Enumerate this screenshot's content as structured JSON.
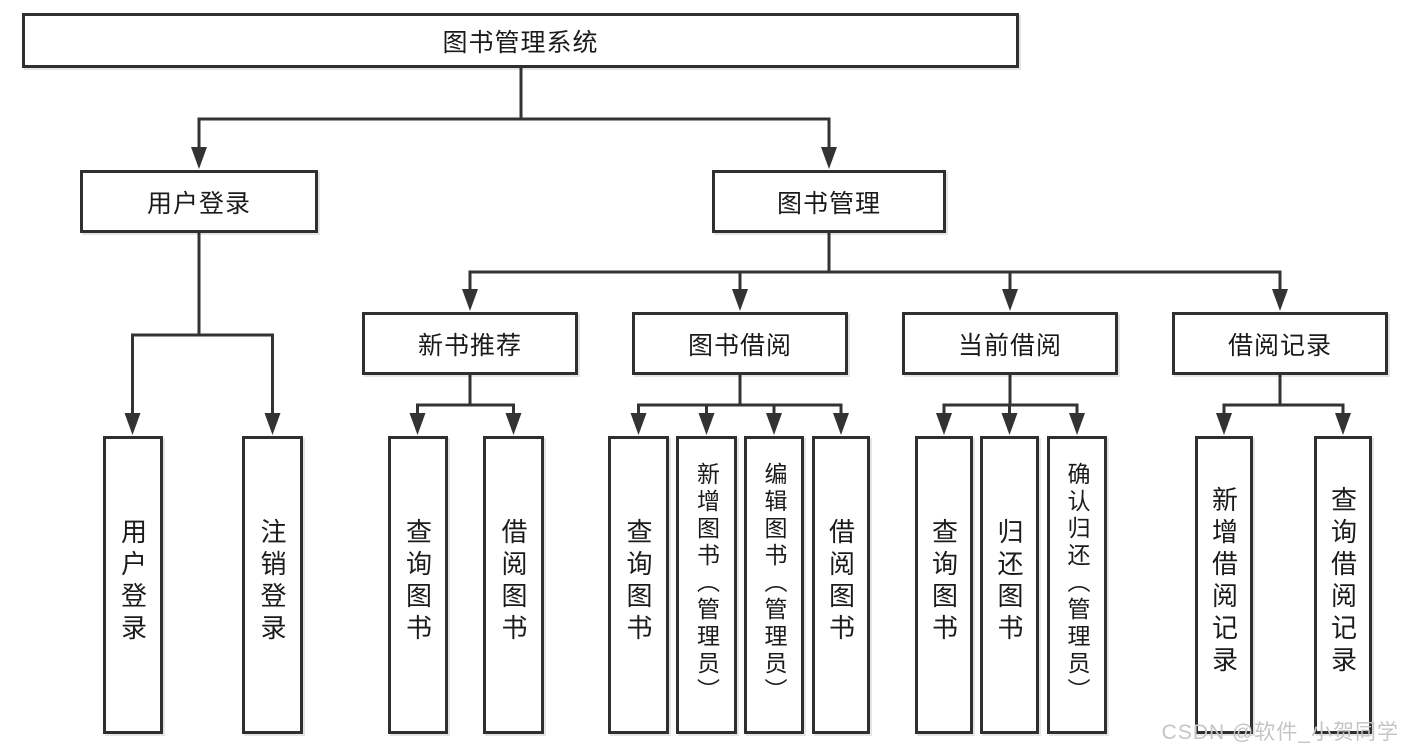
{
  "watermark": {
    "text": "CSDN @软件_小贺同学",
    "color": "#c5c5c5"
  },
  "colors": {
    "line": "#333333",
    "box_border": "#2f2f2f",
    "text": "#1b1b1b",
    "background": "#ffffff"
  },
  "diagram": {
    "root": {
      "label": "图书管理系统"
    },
    "level2": [
      {
        "label": "用户登录"
      },
      {
        "label": "图书管理"
      }
    ],
    "level3": [
      {
        "label": "新书推荐",
        "parent": "图书管理"
      },
      {
        "label": "图书借阅",
        "parent": "图书管理"
      },
      {
        "label": "当前借阅",
        "parent": "图书管理"
      },
      {
        "label": "借阅记录",
        "parent": "图书管理"
      }
    ],
    "leaves": [
      {
        "label": "用户登录",
        "parent": "用户登录"
      },
      {
        "label": "注销登录",
        "parent": "用户登录"
      },
      {
        "label": "查询图书",
        "parent": "新书推荐"
      },
      {
        "label": "借阅图书",
        "parent": "新书推荐"
      },
      {
        "label": "查询图书",
        "parent": "图书借阅"
      },
      {
        "label": "新增图书（管理员）",
        "parent": "图书借阅"
      },
      {
        "label": "编辑图书（管理员）",
        "parent": "图书借阅"
      },
      {
        "label": "借阅图书",
        "parent": "图书借阅"
      },
      {
        "label": "查询图书",
        "parent": "当前借阅"
      },
      {
        "label": "归还图书",
        "parent": "当前借阅"
      },
      {
        "label": "确认归还（管理员）",
        "parent": "当前借阅"
      },
      {
        "label": "新增借阅记录",
        "parent": "借阅记录"
      },
      {
        "label": "查询借阅记录",
        "parent": "借阅记录"
      }
    ]
  }
}
